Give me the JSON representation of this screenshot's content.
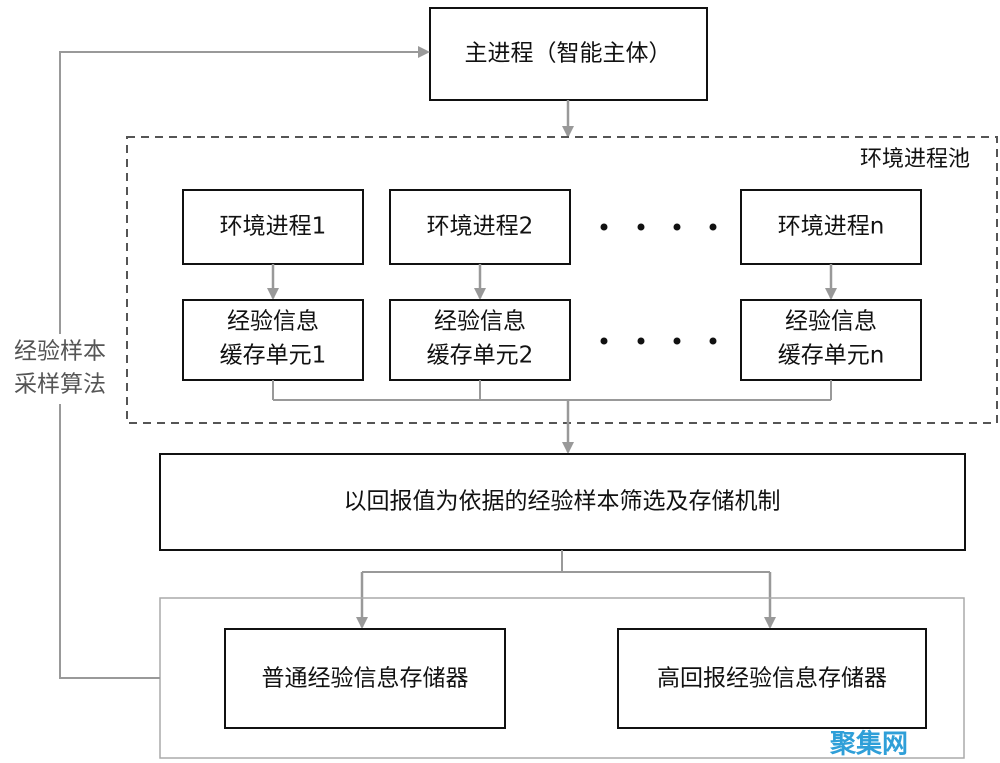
{
  "main_process": "主进程（智能主体）",
  "pool": {
    "title": "环境进程池",
    "env_processes": [
      "环境进程1",
      "环境进程2",
      "环境进程n"
    ],
    "caches": [
      [
        "经验信息",
        "缓存单元1"
      ],
      [
        "经验信息",
        "缓存单元2"
      ],
      [
        "经验信息",
        "缓存单元n"
      ]
    ]
  },
  "filter_mechanism": "以回报值为依据的经验样本筛选及存储机制",
  "storages": {
    "normal": "普通经验信息存储器",
    "high_reward": "高回报经验信息存储器"
  },
  "sampling_algorithm": [
    "经验样本",
    "采样算法"
  ],
  "watermark": "聚集网",
  "colors": {
    "box_border": "#111111",
    "arrow": "#999999",
    "container_border": "#aaaaaa",
    "watermark": "#2f9fd8"
  }
}
